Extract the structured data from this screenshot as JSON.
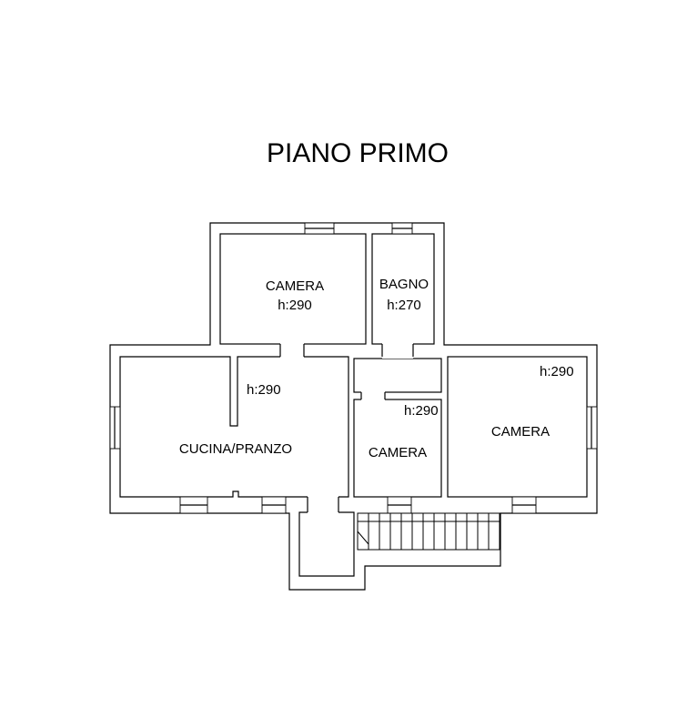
{
  "title": "PIANO PRIMO",
  "rooms": [
    {
      "name": "CAMERA",
      "height": "h:290"
    },
    {
      "name": "BAGNO",
      "height": "h:270"
    },
    {
      "name": "CUCINA/PRANZO",
      "height": "h:290"
    },
    {
      "name": "CAMERA",
      "height": "h:290"
    },
    {
      "name": "CAMERA",
      "height": "h:290"
    }
  ]
}
